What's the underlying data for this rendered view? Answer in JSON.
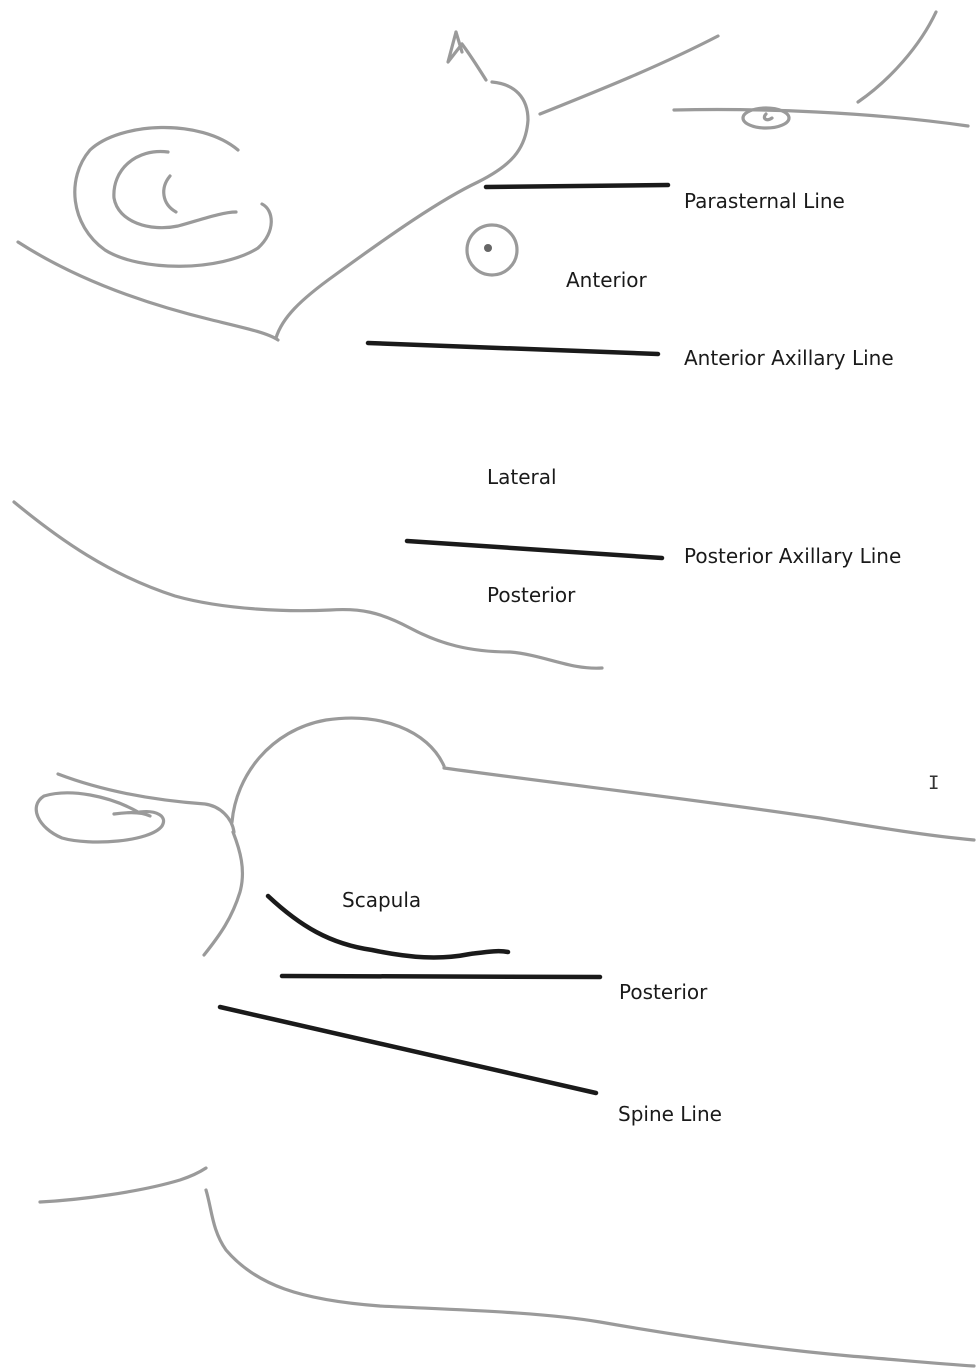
{
  "labels": {
    "parasternal_line": "Parasternal Line",
    "anterior": "Anterior",
    "anterior_axillary_line": "Anterior Axillary Line",
    "lateral": "Lateral",
    "posterior_axillary_line": "Posterior Axillary Line",
    "posterior_top": "Posterior",
    "scapula": "Scapula",
    "posterior_bottom": "Posterior",
    "spine_line": "Spine Line"
  },
  "cursor_glyph": "I",
  "colors": {
    "outline": "#9a9a9a",
    "marker": "#1a1a1a",
    "text": "#1a1a1a",
    "background": "#ffffff"
  }
}
